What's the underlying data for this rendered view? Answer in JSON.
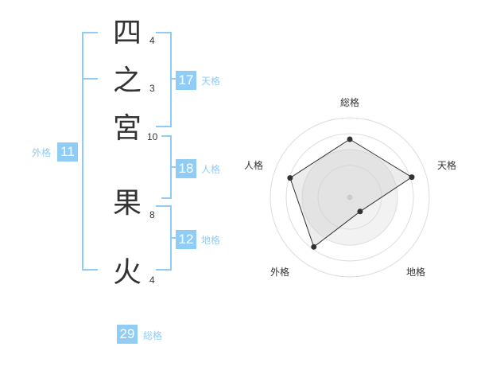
{
  "name": {
    "characters": [
      {
        "char": "四",
        "strokes": "4"
      },
      {
        "char": "之",
        "strokes": "3"
      },
      {
        "char": "宮",
        "strokes": "10"
      },
      {
        "char": "果",
        "strokes": "8"
      },
      {
        "char": "火",
        "strokes": "4"
      }
    ]
  },
  "fortune": {
    "tenkaku": {
      "value": "17",
      "label": "天格"
    },
    "jinkaku": {
      "value": "18",
      "label": "人格"
    },
    "chikaku": {
      "value": "12",
      "label": "地格"
    },
    "gaikaku": {
      "value": "11",
      "label": "外格"
    },
    "soukaku": {
      "value": "29",
      "label": "総格"
    }
  },
  "colors": {
    "accent": "#8fcdf6",
    "text": "#333333"
  },
  "chart_data": {
    "type": "radar",
    "axes": [
      "総格",
      "天格",
      "地格",
      "外格",
      "人格"
    ],
    "values": [
      0.73,
      0.82,
      0.22,
      0.77,
      0.79
    ],
    "range": [
      0,
      1
    ],
    "rings": 4
  }
}
